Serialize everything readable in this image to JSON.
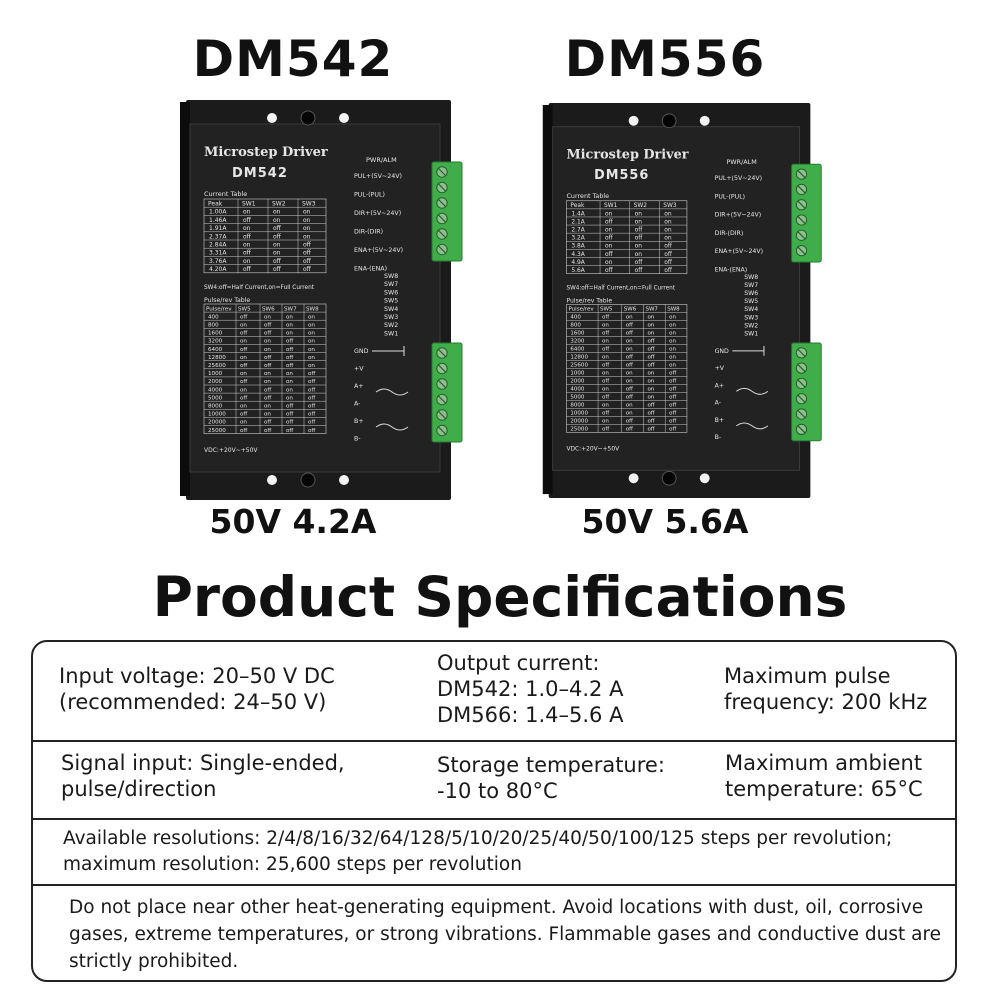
{
  "products": [
    {
      "model": "DM542",
      "rating": "50V 4.2A",
      "device_title": "Microstep Driver",
      "device_model": "DM542",
      "current_rows": [
        [
          "1.00A",
          "on",
          "on",
          "on"
        ],
        [
          "1.46A",
          "off",
          "on",
          "on"
        ],
        [
          "1.91A",
          "on",
          "off",
          "on"
        ],
        [
          "2.37A",
          "off",
          "off",
          "on"
        ],
        [
          "2.84A",
          "on",
          "on",
          "off"
        ],
        [
          "3.31A",
          "off",
          "on",
          "off"
        ],
        [
          "3.76A",
          "on",
          "off",
          "off"
        ],
        [
          "4.20A",
          "off",
          "off",
          "off"
        ]
      ]
    },
    {
      "model": "DM556",
      "rating": "50V 5.6A",
      "device_title": "Microstep Driver",
      "device_model": "DM556",
      "current_rows": [
        [
          "1.4A",
          "on",
          "on",
          "on"
        ],
        [
          "2.1A",
          "off",
          "on",
          "on"
        ],
        [
          "2.7A",
          "on",
          "off",
          "on"
        ],
        [
          "3.2A",
          "off",
          "off",
          "on"
        ],
        [
          "3.8A",
          "on",
          "on",
          "off"
        ],
        [
          "4.3A",
          "off",
          "on",
          "off"
        ],
        [
          "4.9A",
          "on",
          "off",
          "off"
        ],
        [
          "5.6A",
          "off",
          "off",
          "off"
        ]
      ]
    }
  ],
  "device_labels": {
    "current_table": "Current Table",
    "current_headers": [
      "Peak",
      "SW1",
      "SW2",
      "SW3"
    ],
    "sw4_note": "SW4:off=Half Current,on=Full Current",
    "pulse_table": "Pulse/rev Table",
    "pulse_headers": [
      "Pulse/rev",
      "SW5",
      "SW6",
      "SW7",
      "SW8"
    ],
    "pulse_rows": [
      [
        "400",
        "off",
        "on",
        "on",
        "on"
      ],
      [
        "800",
        "on",
        "off",
        "on",
        "on"
      ],
      [
        "1600",
        "off",
        "off",
        "on",
        "on"
      ],
      [
        "3200",
        "on",
        "on",
        "off",
        "on"
      ],
      [
        "6400",
        "off",
        "on",
        "off",
        "on"
      ],
      [
        "12800",
        "on",
        "off",
        "off",
        "on"
      ],
      [
        "25600",
        "off",
        "off",
        "off",
        "on"
      ],
      [
        "1000",
        "on",
        "on",
        "on",
        "off"
      ],
      [
        "2000",
        "off",
        "on",
        "on",
        "off"
      ],
      [
        "4000",
        "on",
        "off",
        "on",
        "off"
      ],
      [
        "5000",
        "off",
        "off",
        "on",
        "off"
      ],
      [
        "8000",
        "on",
        "on",
        "off",
        "off"
      ],
      [
        "10000",
        "off",
        "on",
        "off",
        "off"
      ],
      [
        "20000",
        "on",
        "off",
        "off",
        "off"
      ],
      [
        "25000",
        "off",
        "off",
        "off",
        "off"
      ]
    ],
    "vdc": "VDC:+20V~+50V",
    "pwr": "PWR/ALM",
    "signal_terminals": [
      "PUL+(5V~24V)",
      "PUL-(PUL)",
      "DIR+(5V~24V)",
      "DIR-(DIR)",
      "ENA+(5V~24V)",
      "ENA-(ENA)"
    ],
    "switches": [
      "SW8",
      "SW7",
      "SW6",
      "SW5",
      "SW4",
      "SW3",
      "SW2",
      "SW1"
    ],
    "power_terminals": [
      "GND",
      "+V",
      "A+",
      "A-",
      "B+",
      "B-"
    ]
  },
  "spec_title": "Product Specifications",
  "specs": {
    "input_voltage": [
      "Input voltage: 20–50 V DC",
      "(recommended: 24–50 V)"
    ],
    "output_current": [
      "Output current:",
      "DM542: 1.0–4.2 A",
      "DM566: 1.4–5.6 A"
    ],
    "max_pulse": [
      "Maximum pulse",
      "frequency: 200 kHz"
    ],
    "signal_input": [
      "Signal input: Single-ended,",
      "pulse/direction"
    ],
    "storage_temp": [
      "Storage temperature:",
      "-10 to 80°C"
    ],
    "ambient_temp": [
      "Maximum ambient",
      "temperature: 65°C"
    ],
    "resolutions": [
      "Available resolutions: 2/4/8/16/32/64/128/5/10/20/25/40/50/100/125 steps per revolution;",
      "maximum resolution: 25,600 steps per revolution"
    ],
    "warning": [
      "Do not place near other heat-generating equipment. Avoid locations with dust, oil, corrosive",
      "gases, extreme temperatures, or strong vibrations. Flammable gases and conductive dust are",
      "strictly prohibited."
    ]
  }
}
